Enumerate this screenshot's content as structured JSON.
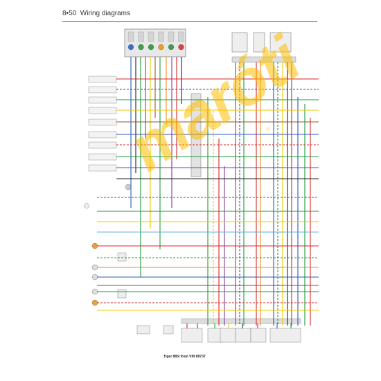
{
  "header": {
    "page_ref": "8•50",
    "title": "Wiring diagrams"
  },
  "caption": "Tiger 885i from VIN 89737",
  "watermark": {
    "text": "maróti",
    "mark": "®"
  },
  "colors": {
    "red": "#d9252a",
    "green": "#1e9a3c",
    "blue": "#2c56b8",
    "yellow": "#f0c800",
    "black": "#222222",
    "brown": "#8a5a2b",
    "purple": "#7d3c98",
    "orange": "#f08a1c",
    "grey": "#9a9a9a",
    "pink": "#e58aa8",
    "lightblue": "#5fb3e3",
    "lightgreen": "#8fd18a",
    "bulb_blue": "#3a6fd0",
    "bulb_green": "#3aa14a",
    "bulb_orange": "#e8a020",
    "bulb_red": "#e04040"
  },
  "warning_lamps": [
    {
      "color": "bulb_blue"
    },
    {
      "color": "bulb_green"
    },
    {
      "color": "bulb_green"
    },
    {
      "color": "bulb_orange"
    },
    {
      "color": "bulb_green"
    },
    {
      "color": "bulb_red"
    }
  ]
}
